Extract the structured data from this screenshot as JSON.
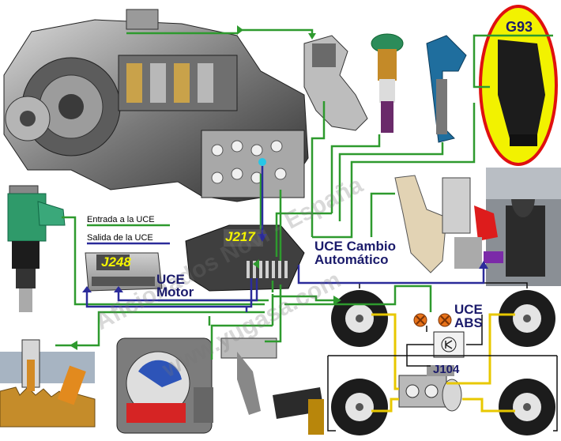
{
  "legend": {
    "input_label": "Entrada a la UCE",
    "output_label": "Salida de la UCE",
    "input_color": "#2e9a2e",
    "output_color": "#2b2b9a"
  },
  "units": {
    "j217": "J217",
    "j248": "J248",
    "j104": "J104",
    "g93": "G93",
    "uce_cambio_line1": "UCE Cambio",
    "uce_cambio_line2": "Automático",
    "uce_motor_line1": "UCE",
    "uce_motor_line2": "Motor",
    "uce_abs_line1": "UCE",
    "uce_abs_line2": "ABS"
  },
  "watermark": {
    "line1": "Aficionados   Novi - España",
    "line2": "www.yugasa.com"
  },
  "colors": {
    "green_wire": "#2e9a2e",
    "blue_wire": "#2b2b9a",
    "brake_line": "#e8c800",
    "g93_ring": "#e01010",
    "g93_fill": "#f2f200"
  }
}
